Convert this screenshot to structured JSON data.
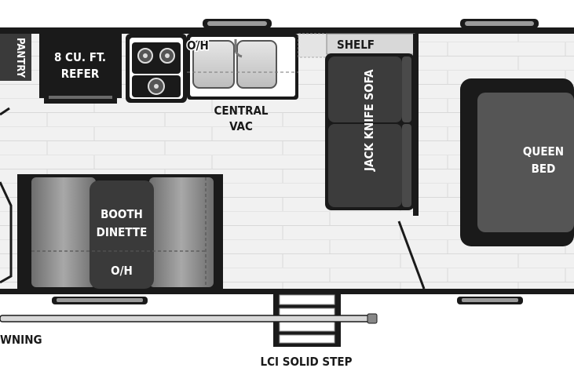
{
  "labels": {
    "pantry": "PANTRY",
    "refer_line1": "8 CU. FT.",
    "refer_line2": "REFER",
    "overhead_kitchen": "O/H",
    "shelf": "SHELF",
    "central_vac_line1": "CENTRAL",
    "central_vac_line2": "VAC",
    "sofa": "JACK KNIFE SOFA",
    "bed_line1": "QUEEN",
    "bed_line2": "BED",
    "dinette_line1": "BOOTH",
    "dinette_line2": "DINETTE",
    "overhead_dinette": "O/H",
    "awning": "WNING",
    "step": "LCI SOLID STEP"
  },
  "colors": {
    "wall": "#1a1a1a",
    "floor": "#f1f1f1",
    "plank_line": "#d6d6d6",
    "cushion": "#3a3a3a",
    "seat": "#8a8a8a",
    "bed_mattress": "#5a5a5a",
    "sink": "#c8c8c8"
  }
}
